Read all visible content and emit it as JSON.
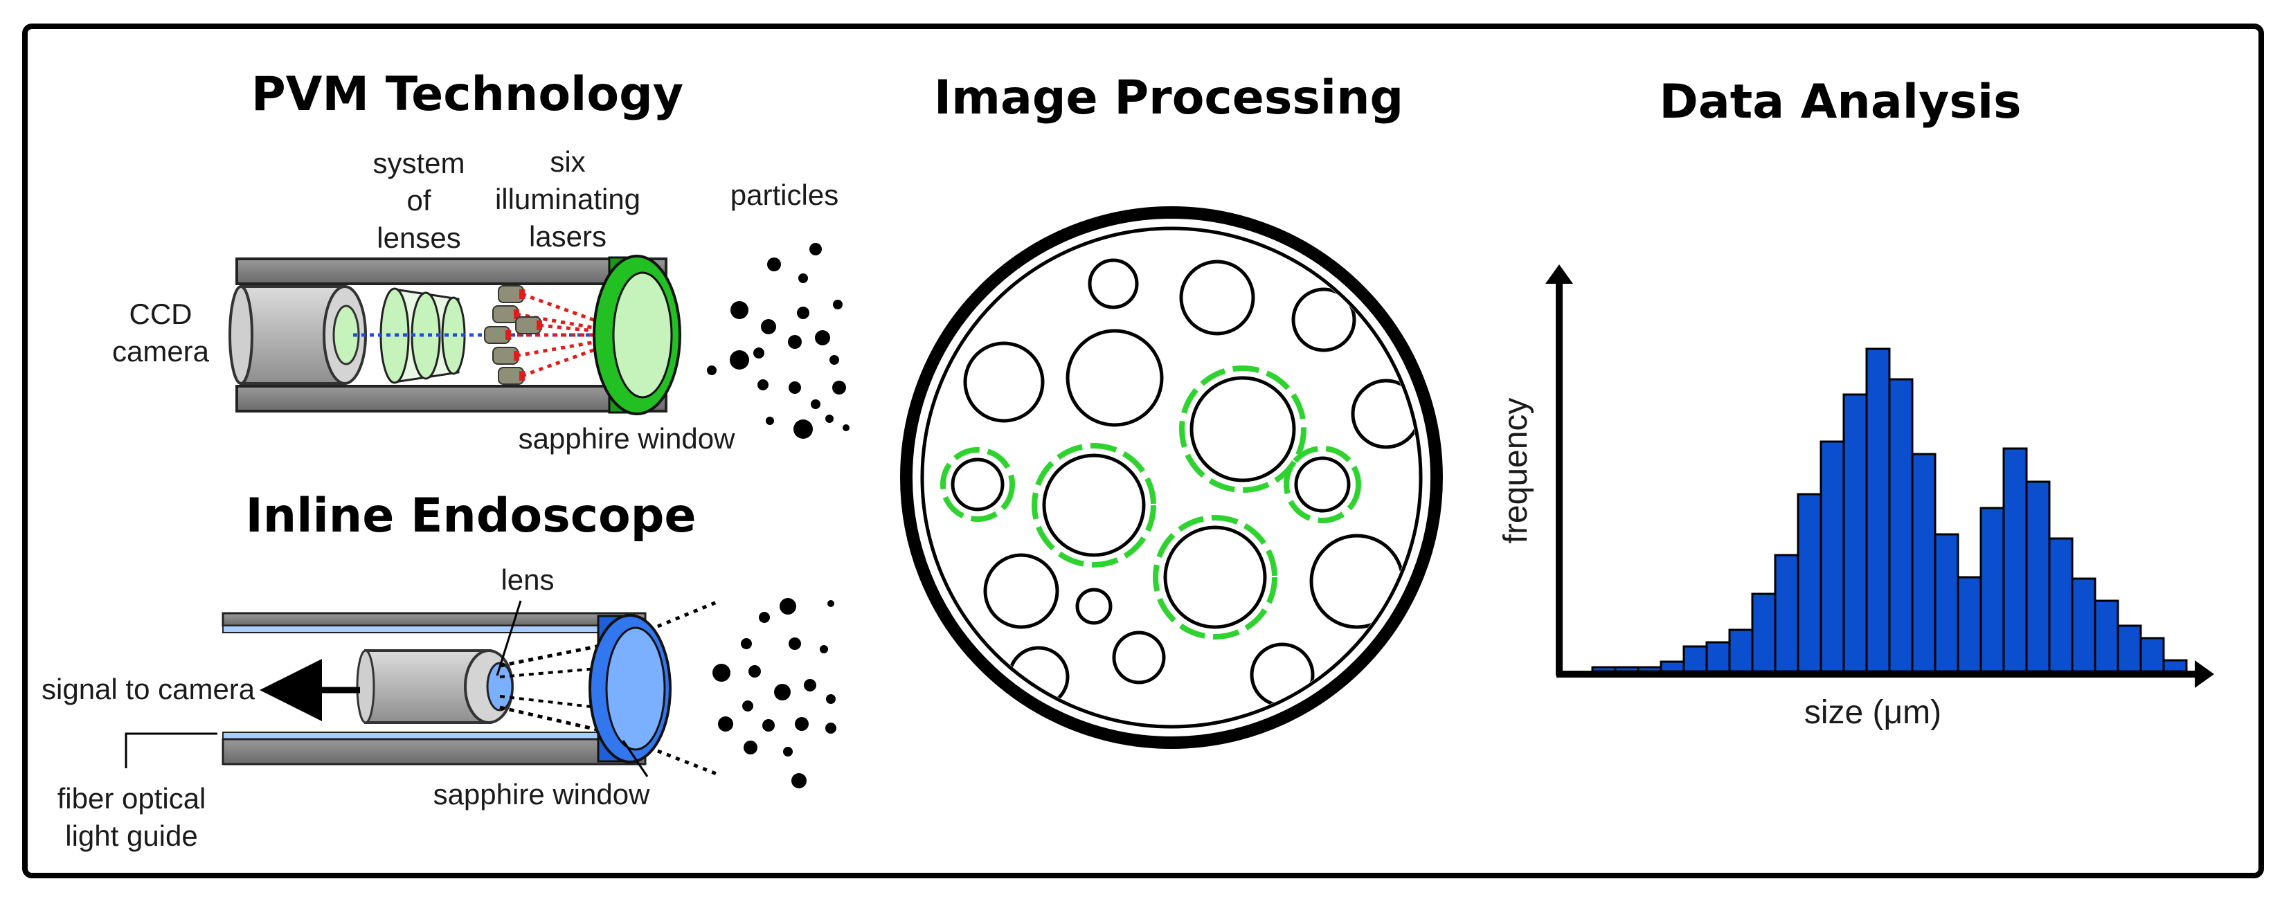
{
  "panels": {
    "pvm": {
      "title": "PVM Technology",
      "labels": {
        "system_of_lenses": [
          "system",
          "of",
          "lenses"
        ],
        "six_lasers": [
          "six",
          "illuminating",
          "lasers"
        ],
        "particles": "particles",
        "ccd_camera": [
          "CCD",
          "camera"
        ],
        "sapphire_window": "sapphire window"
      }
    },
    "endoscope": {
      "title": "Inline Endoscope",
      "labels": {
        "lens": "lens",
        "signal_to_camera": "signal to camera",
        "fiber_guide": [
          "fiber optical",
          "light guide"
        ],
        "sapphire_window": "sapphire window"
      }
    },
    "processing": {
      "title": "Image Processing"
    },
    "analysis": {
      "title": "Data Analysis"
    }
  },
  "colors": {
    "pvm_green": "#22c022",
    "lens_green": "#c6f2bc",
    "endoscope_blue": "#3377ee",
    "bar_blue": "#0b4fcf",
    "highlight_green": "#2fd32f"
  },
  "chart_data": {
    "type": "bar",
    "title": "Data Analysis",
    "xlabel": "size (μm)",
    "ylabel": "frequency",
    "grid": false,
    "legend": "none",
    "values": [
      3,
      3,
      3,
      7,
      18,
      21,
      30,
      56,
      84,
      128,
      166,
      200,
      233,
      211,
      157,
      99,
      68,
      118,
      161,
      137,
      96,
      67,
      51,
      33,
      24,
      8
    ]
  }
}
